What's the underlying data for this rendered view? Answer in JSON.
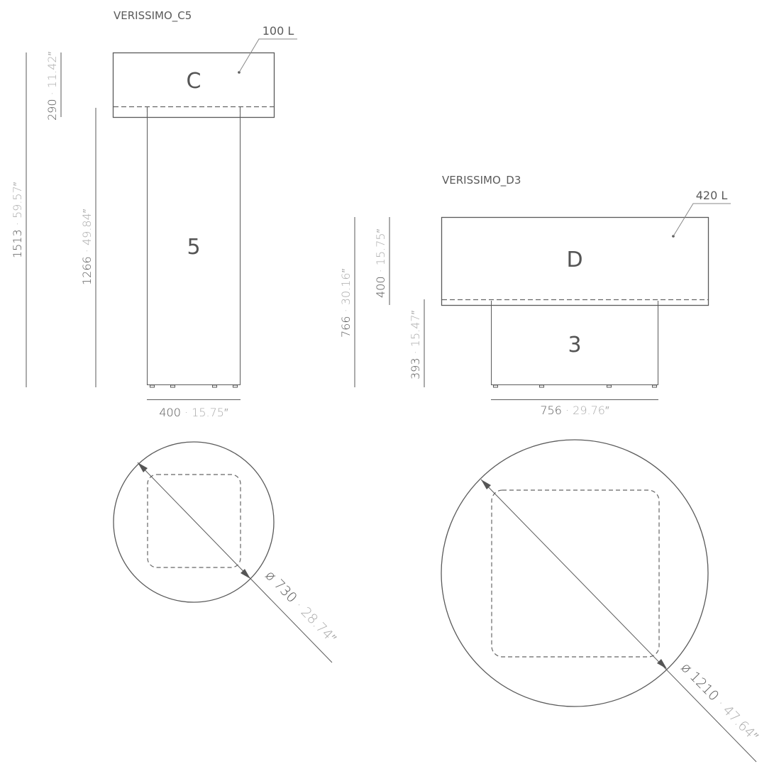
{
  "products": [
    {
      "name": "VERISSIMO_C5",
      "top_module_label": "C",
      "base_module_label": "5",
      "volume": "100 L",
      "dimensions": {
        "total_height": {
          "mm": "1513",
          "in": "59.57″"
        },
        "top_height": {
          "mm": "290",
          "in": "11.42″"
        },
        "base_height": {
          "mm": "1266",
          "in": "49.84″"
        },
        "base_width": {
          "mm": "400",
          "in": "15.75″"
        },
        "diameter": {
          "mm": "ø 730",
          "in": "28.74″"
        }
      }
    },
    {
      "name": "VERISSIMO_D3",
      "top_module_label": "D",
      "base_module_label": "3",
      "volume": "420 L",
      "dimensions": {
        "total_height": {
          "mm": "766",
          "in": "30.16″"
        },
        "top_height": {
          "mm": "400",
          "in": "15.75″"
        },
        "base_height": {
          "mm": "393",
          "in": "15.47″"
        },
        "base_width": {
          "mm": "756",
          "in": "29.76″"
        },
        "diameter": {
          "mm": "ø 1210",
          "in": "47.64″"
        }
      }
    }
  ],
  "separator": " · ",
  "colors": {
    "line": "#5a5a5a",
    "text_dark": "#555555",
    "text_light": "#aaaaaa"
  }
}
